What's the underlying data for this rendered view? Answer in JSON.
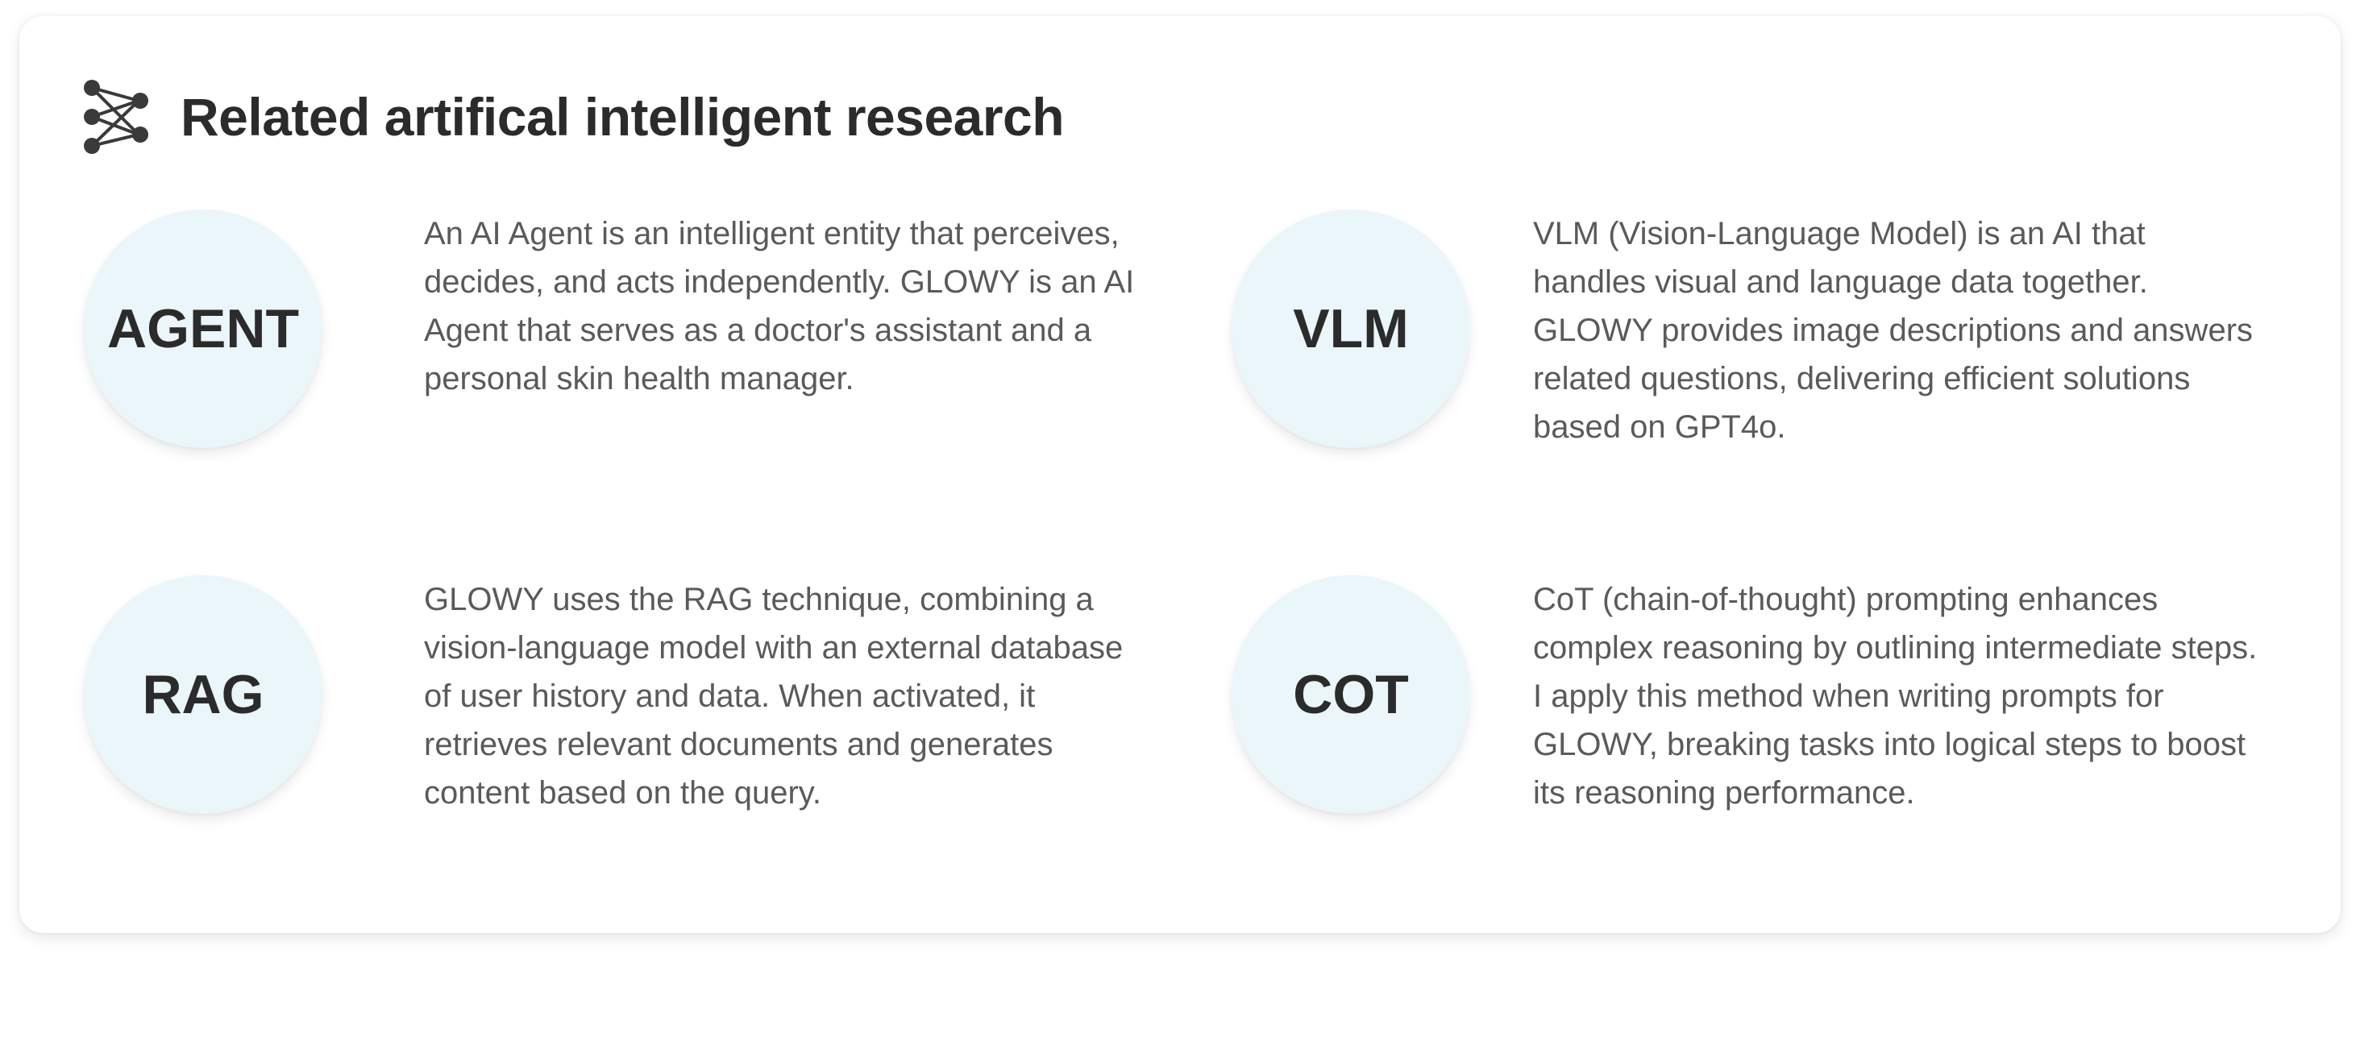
{
  "header": {
    "title": "Related artifical intelligent research",
    "icon": "neural-network-icon",
    "icon_color": "#3a3a3a"
  },
  "topics": [
    {
      "label": "AGENT",
      "description": "An AI Agent is an intelligent entity that perceives, decides, and acts independently. GLOWY is an AI Agent that serves as a doctor's assistant and a personal skin health manager."
    },
    {
      "label": "VLM",
      "description": "VLM (Vision-Language Model) is an AI that handles visual and language data together. GLOWY provides image descriptions and answers related questions, delivering efficient solutions based on GPT4o."
    },
    {
      "label": "RAG",
      "description": "GLOWY uses the RAG technique, combining a vision-language model with an external database of user history and data. When activated, it retrieves relevant documents and generates content based on the query."
    },
    {
      "label": "COT",
      "description": "CoT (chain-of-thought) prompting enhances complex reasoning by outlining intermediate steps. I apply this method when writing prompts for GLOWY, breaking tasks into logical steps to boost its reasoning performance."
    }
  ],
  "colors": {
    "circle_bg": "#eaf6f9",
    "heading_text": "#2b2b2b",
    "body_text": "#5a5a5a"
  }
}
